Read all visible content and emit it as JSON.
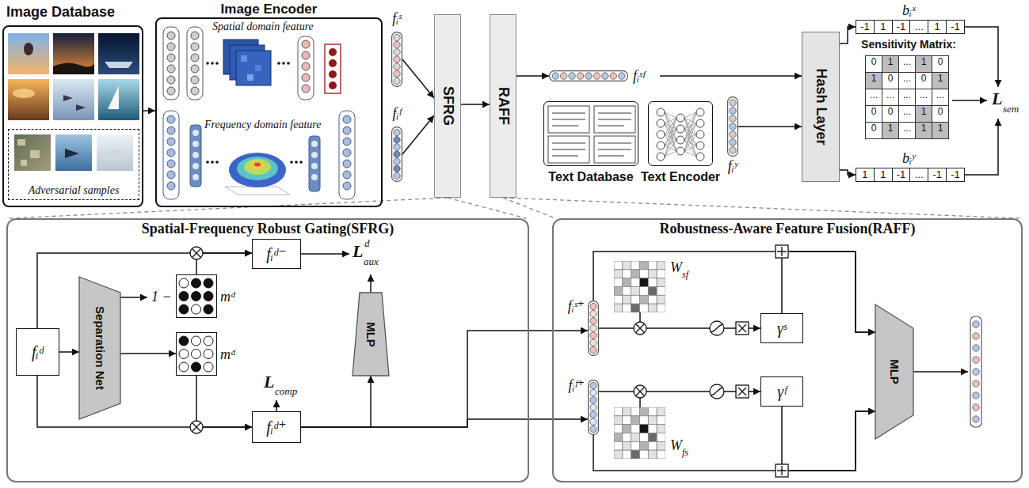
{
  "diagram": {
    "nodes": [
      {
        "text": [
          "Image Database"
        ]
      },
      {
        "text": [
          "Adversarial samples"
        ],
        "in": 0
      },
      {
        "text": [
          "Image Encoder"
        ]
      },
      {
        "text": [
          "fᵢˢ"
        ]
      },
      {
        "text": [
          "fᵢᶠ"
        ]
      },
      {
        "text": [
          "SFRG"
        ]
      },
      {
        "text": [
          "RAFF"
        ]
      },
      {
        "text": [
          "fᵢˢᶠ"
        ]
      },
      {
        "text": [
          "Text Database"
        ]
      },
      {
        "text": [
          "Text Encoder"
        ]
      },
      {
        "text": [
          "fᵢʸ"
        ]
      },
      {
        "text": [
          "Hash Layer"
        ]
      },
      {
        "text": [
          "bᵢˣ",
          "-1",
          "1",
          "-1",
          "...",
          "1",
          "-1"
        ]
      },
      {
        "text": [
          "Sensitivity Matrix:",
          "0",
          "1",
          "...",
          "1",
          "0",
          "1",
          "0",
          "...",
          "0",
          "1",
          "...",
          "...",
          "...",
          "...",
          "...",
          "0",
          "0",
          "...",
          "1",
          "0",
          "0",
          "1",
          "...",
          "1",
          "1"
        ]
      },
      {
        "text": [
          "bᵢʸ",
          "1",
          "1",
          "-1",
          "...",
          "-1",
          "-1"
        ]
      },
      {
        "text": [
          "Spatial-Frequency Robust Gating(SFRG)"
        ]
      },
      {
        "text": [
          "fᵢᵈ"
        ],
        "in": 15
      },
      {
        "text": [
          "Separation Net"
        ],
        "in": 15
      },
      {
        "text": [
          "1 −",
          "mᵈ"
        ],
        "in": 15
      },
      {
        "text": [
          "mᵈ"
        ],
        "in": 15
      },
      {
        "text": [
          "fᵢᵈ⁻"
        ],
        "in": 15
      },
      {
        "text": [
          "fᵢᵈ⁺"
        ],
        "in": 15
      },
      {
        "text": [
          "MLP"
        ],
        "in": 15
      },
      {
        "text": [
          "Robustness-Aware Feature Fusion(RAFF)"
        ]
      },
      {
        "text": [
          "fᵢˢ⁺"
        ],
        "in": 23
      },
      {
        "text": [
          "W",
          "sf"
        ],
        "in": 23
      },
      {
        "text": [
          "γˢ"
        ],
        "in": 23
      },
      {
        "text": [
          "fᵢᶠ⁺"
        ],
        "in": 23
      },
      {
        "text": [
          "W",
          "fs"
        ],
        "in": 23
      },
      {
        "text": [
          "γᶠ"
        ],
        "in": 23
      },
      {
        "text": [
          "MLP"
        ],
        "in": 23
      }
    ],
    "edges": [
      {
        "from": 0,
        "to": 2,
        "arrow": "to"
      },
      {
        "from": 3,
        "to": 5,
        "arrow": "to"
      },
      {
        "from": 4,
        "to": 5,
        "arrow": "to"
      },
      {
        "from": 5,
        "to": 6,
        "arrow": "to"
      },
      {
        "from": 6,
        "to": 7,
        "arrow": "to"
      },
      {
        "from": 7,
        "to": 11,
        "arrow": "to"
      },
      {
        "from": 10,
        "to": 11,
        "arrow": "to"
      },
      {
        "from": 11,
        "to": 12,
        "arrow": "to"
      },
      {
        "from": 11,
        "to": 14,
        "arrow": "to"
      },
      {
        "from": 5,
        "to": 15,
        "arrow": "none"
      },
      {
        "from": 5,
        "to": 15,
        "arrow": "none"
      },
      {
        "from": 6,
        "to": 23,
        "arrow": "none"
      },
      {
        "from": 6,
        "to": 23,
        "arrow": "none"
      },
      {
        "from": 16,
        "to": 17,
        "arrow": "to"
      },
      {
        "from": 17,
        "to": 18,
        "arrow": "to"
      },
      {
        "from": 17,
        "to": 19,
        "arrow": "to"
      },
      {
        "from": 16,
        "to": 20,
        "arrow": "to"
      },
      {
        "from": 18,
        "to": 20,
        "arrow": "to"
      },
      {
        "from": 16,
        "to": 21,
        "arrow": "to"
      },
      {
        "from": 19,
        "to": 21,
        "arrow": "to"
      },
      {
        "from": 21,
        "to": 22,
        "arrow": "to"
      },
      {
        "from": 21,
        "to": 24,
        "arrow": "to"
      },
      {
        "from": 21,
        "to": 27,
        "arrow": "to"
      },
      {
        "from": 24,
        "to": 30,
        "arrow": "to"
      },
      {
        "from": 27,
        "to": 30,
        "arrow": "to"
      },
      {
        "from": 24,
        "to": 26,
        "arrow": "to"
      },
      {
        "from": 27,
        "to": 29,
        "arrow": "to"
      },
      {
        "from": 26,
        "to": 30,
        "arrow": "to"
      },
      {
        "from": 29,
        "to": 30,
        "arrow": "to"
      }
    ],
    "labels": [
      "Spatial domain feature",
      "Frequency domain feature",
      "L",
      "sem",
      "L",
      "aux",
      "d",
      "L",
      "comp"
    ]
  }
}
